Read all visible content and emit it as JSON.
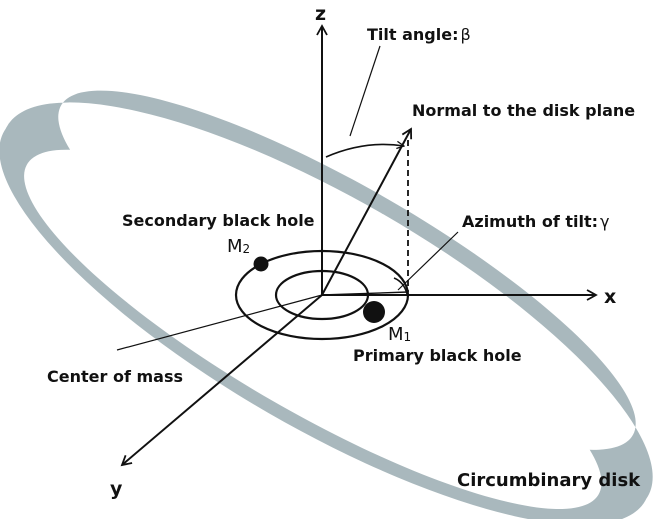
{
  "labels": {
    "z_axis": "z",
    "x_axis": "x",
    "y_axis": "y",
    "tilt_angle": "Tilt angle:",
    "tilt_symbol": "β",
    "normal": "Normal to the disk plane",
    "azimuth": "Azimuth of tilt:",
    "azimuth_symbol": "γ",
    "secondary": "Secondary black hole",
    "m2_letter": "M",
    "m2_sub": "2",
    "m1_letter": "M",
    "m1_sub": "1",
    "primary": "Primary black hole",
    "center_of_mass": "Center of mass",
    "disk": "Circumbinary disk"
  },
  "colors": {
    "disk": "#a9b8bd",
    "ink": "#111111"
  }
}
